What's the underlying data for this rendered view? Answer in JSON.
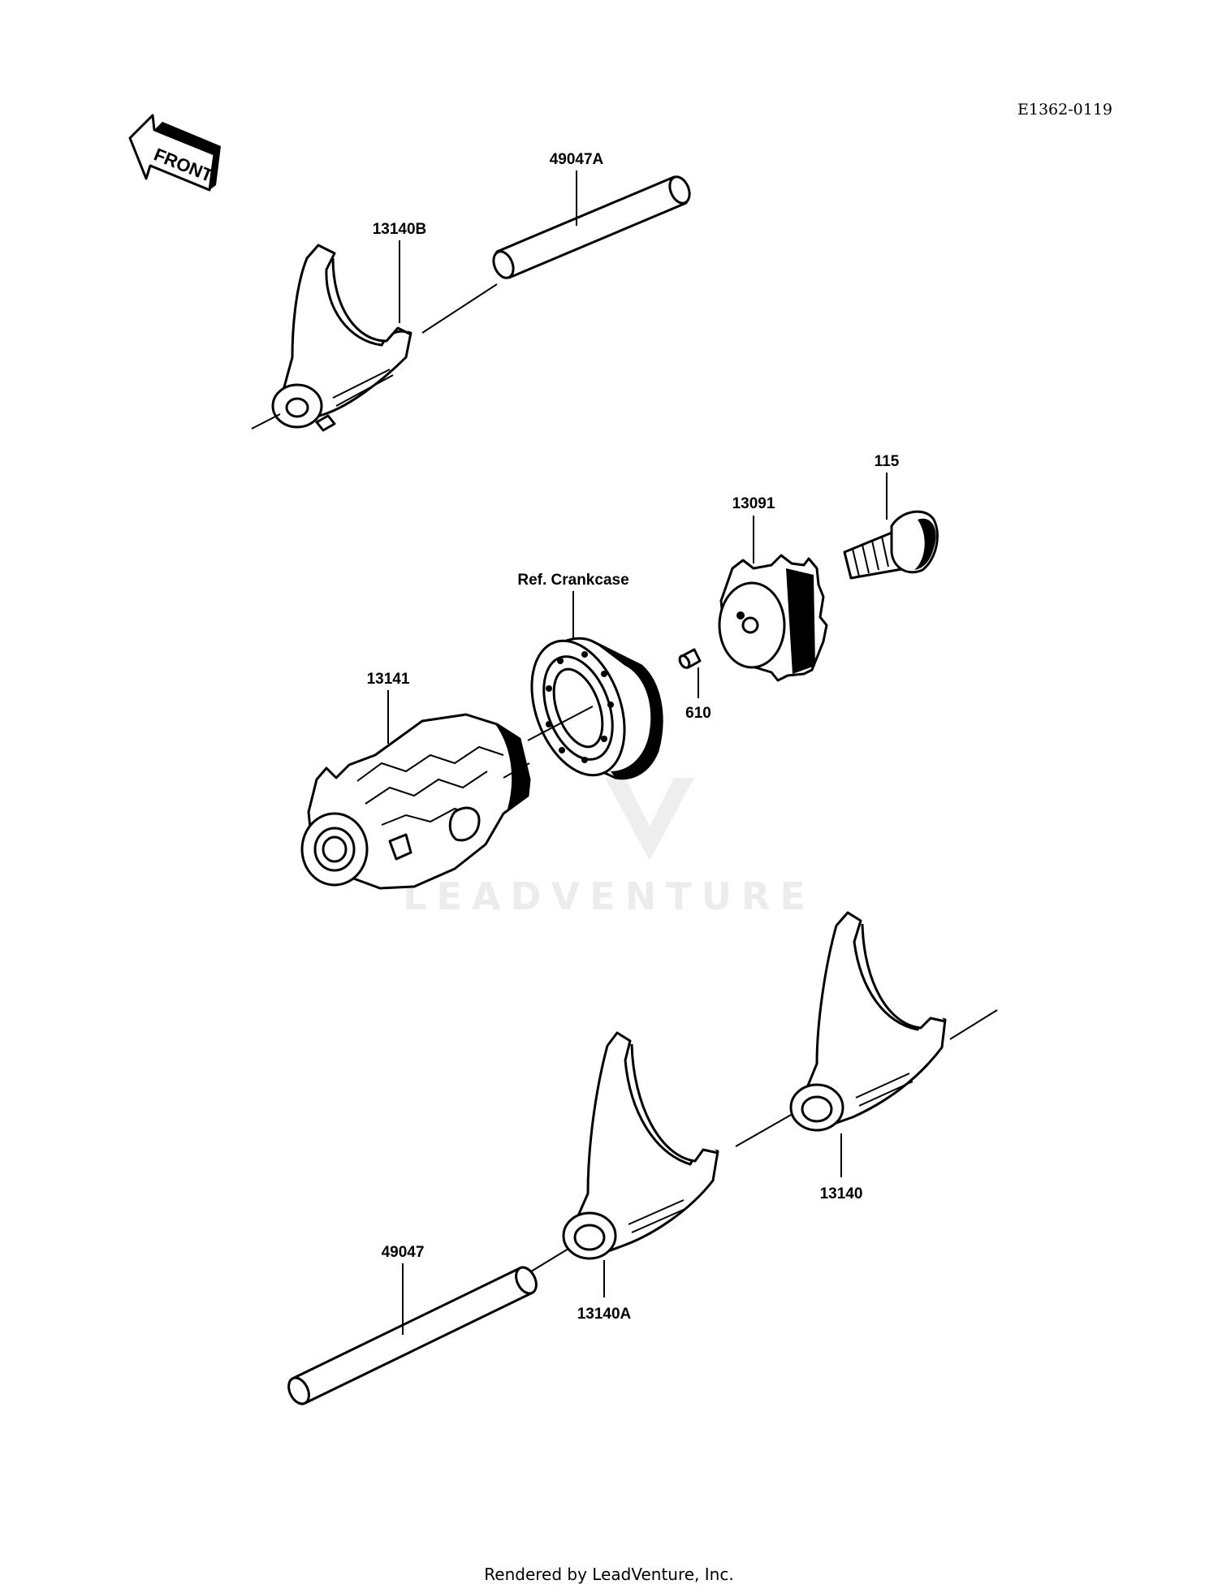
{
  "diagram_id": "E1362-0119",
  "front_arrow_label": "FRONT",
  "parts": {
    "shaft_upper": "49047A",
    "fork_upper": "13140B",
    "bolt": "115",
    "drum_holder": "13091",
    "bearing_ref": "Ref. Crankcase",
    "drum": "13141",
    "pin": "610",
    "fork_right": "13140",
    "fork_lower": "13140A",
    "shaft_lower": "49047"
  },
  "watermark": "LEADVENTURE",
  "footer": "Rendered by LeadVenture, Inc."
}
